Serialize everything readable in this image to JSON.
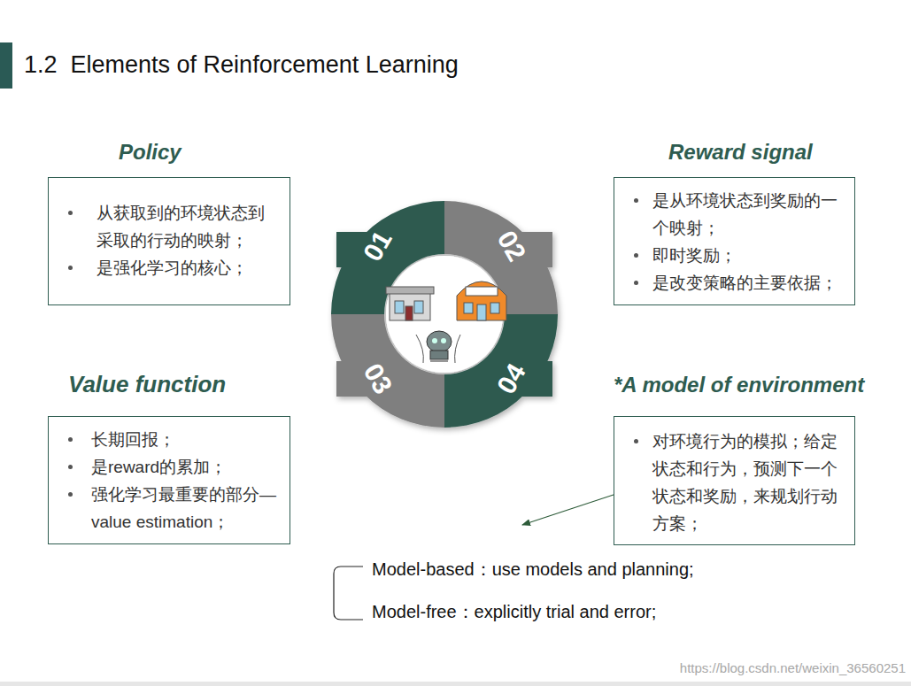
{
  "diagram": {
    "title": "1.2  Elements of Reinforcement Learning",
    "nodes": [
      {
        "text": [
          "Policy",
          "从获取到的环境状态到采取的行动的映射；",
          "是强化学习的核心；"
        ]
      },
      {
        "text": [
          "Reward signal",
          "是从环境状态到奖励的一个映射；",
          "即时奖励；",
          "是改变策略的主要依据；"
        ]
      },
      {
        "text": [
          "Value function",
          "长期回报；",
          "是reward的累加；",
          "强化学习最重要的部分—value estimation；"
        ]
      },
      {
        "text": [
          "*A model of environment",
          "对环境行为的模拟；给定状态和行为，预测下一个状态和奖励，来规划行动方案；"
        ]
      }
    ],
    "labels": [
      "01",
      "02",
      "03",
      "04",
      "Model-based：use models and planning;",
      "Model-free：explicitly trial and error;",
      "https://blog.csdn.net/weixin_36560251"
    ]
  }
}
